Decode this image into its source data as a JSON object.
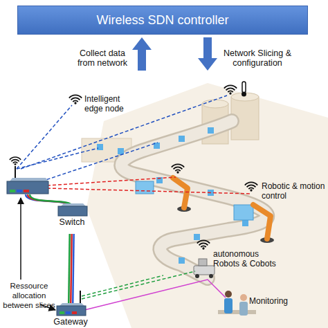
{
  "diagram": {
    "nodes": [
      {
        "text": [
          "Wireless SDN controller"
        ]
      },
      {
        "text": [
          "Switch"
        ]
      },
      {
        "text": [
          "Gateway"
        ]
      }
    ],
    "edges": [
      {
        "from": 1,
        "to": 2,
        "arrow": "none"
      }
    ],
    "labels": [
      "Collect data from network",
      "Network Slicing & configuration",
      "Intelligent edge node",
      "Robotic & motion control",
      "autonomous Robots & Cobots",
      "Monitoring",
      "Ressource allocation between slices"
    ]
  }
}
